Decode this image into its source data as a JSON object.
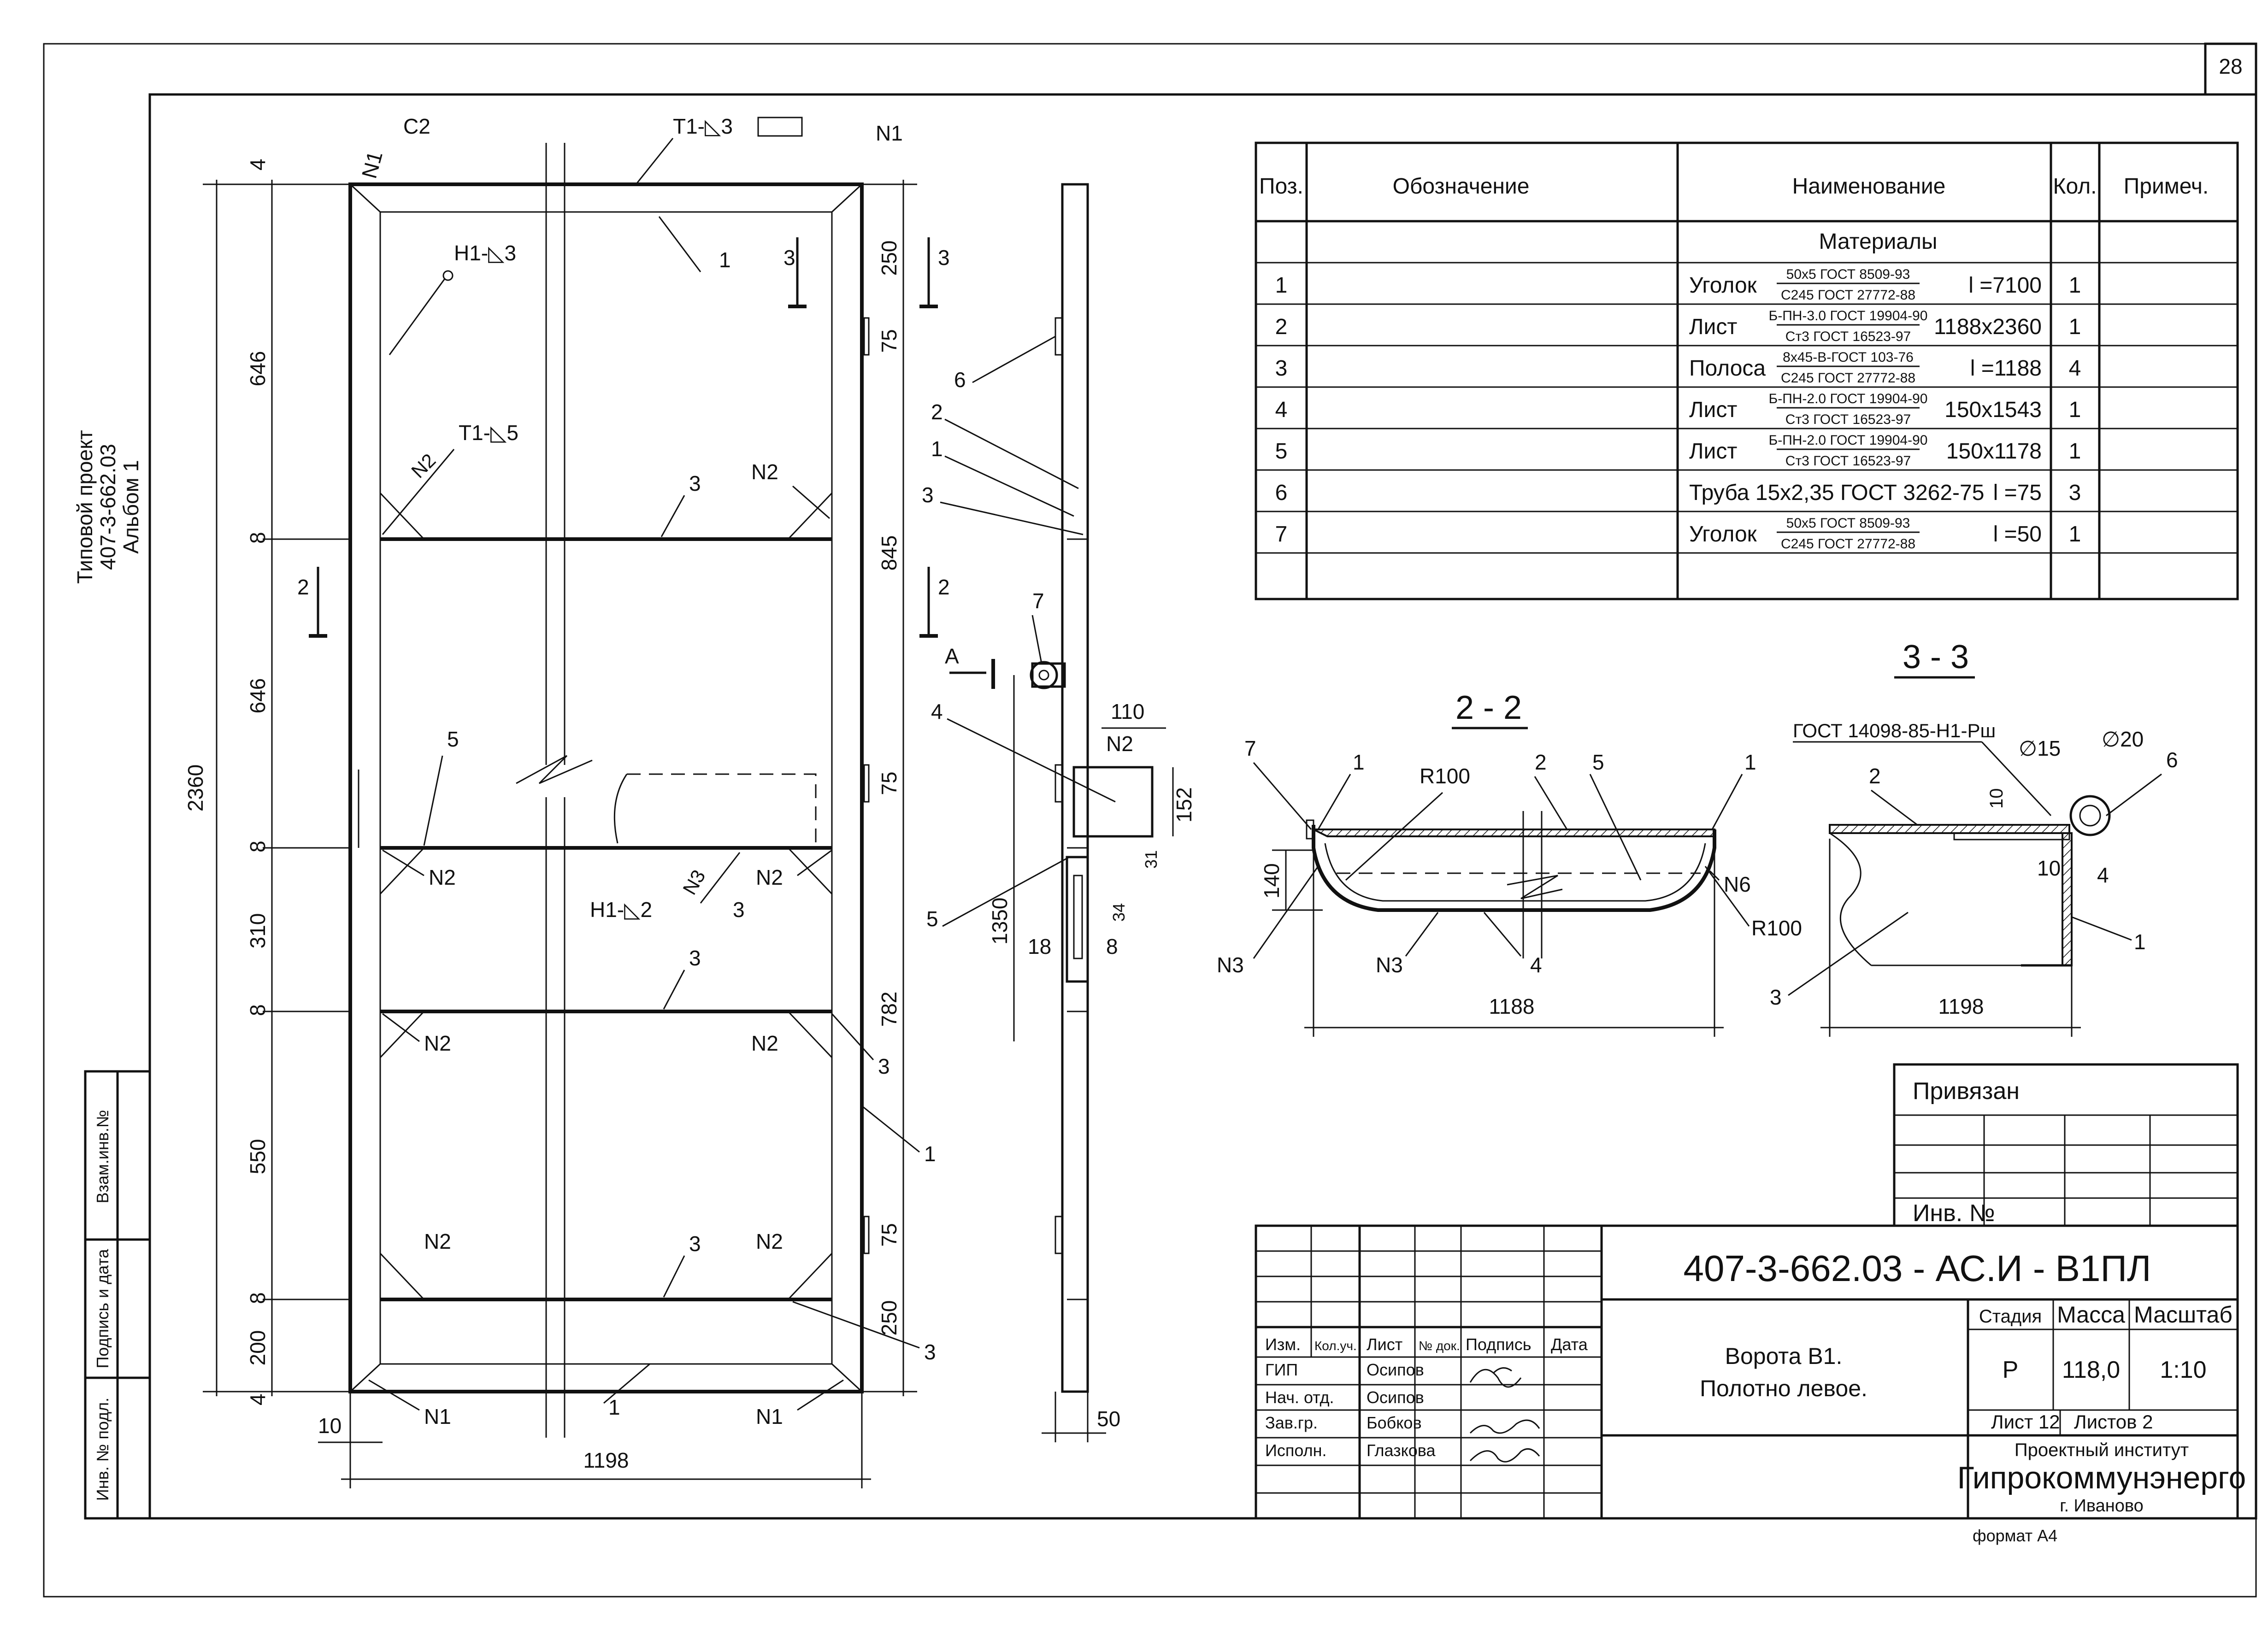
{
  "sheet_no": "28",
  "margin_title": {
    "line1": "Типовой проект",
    "line2": "407-3-662.03",
    "line3": "Альбом 1"
  },
  "side_stamp": [
    "Взам.инв.№",
    "Подпись и дата",
    "Инв. № подл."
  ],
  "spec": {
    "headers": [
      "Поз.",
      "Обозначение",
      "Наименование",
      "Кол.",
      "Примеч."
    ],
    "section": "Материалы",
    "rows": [
      {
        "pos": "1",
        "name": "Уголок",
        "top": "50х5 ГОСТ 8509-93",
        "bottom": "С245 ГОСТ 27772-88",
        "size": "l =7100",
        "qty": "1"
      },
      {
        "pos": "2",
        "name": "Лист",
        "top": "Б-ПН-3.0 ГОСТ 19904-90",
        "bottom": "Ст3 ГОСТ 16523-97",
        "size": "1188х2360",
        "qty": "1"
      },
      {
        "pos": "3",
        "name": "Полоса",
        "top": "8х45-В-ГОСТ 103-76",
        "bottom": "С245 ГОСТ 27772-88",
        "size": "l =1188",
        "qty": "4"
      },
      {
        "pos": "4",
        "name": "Лист",
        "top": "Б-ПН-2.0 ГОСТ 19904-90",
        "bottom": "Ст3 ГОСТ 16523-97",
        "size": "150х1543",
        "qty": "1"
      },
      {
        "pos": "5",
        "name": "Лист",
        "top": "Б-ПН-2.0 ГОСТ 19904-90",
        "bottom": "Ст3 ГОСТ 16523-97",
        "size": "150х1178",
        "qty": "1"
      },
      {
        "pos": "6",
        "name": "Труба 15х2,35  ГОСТ 3262-75",
        "top": "",
        "bottom": "",
        "size": "l =75",
        "qty": "3"
      },
      {
        "pos": "7",
        "name": "Уголок",
        "top": "50х5 ГОСТ 8509-93",
        "bottom": "С245 ГОСТ 27772-88",
        "size": "l =50",
        "qty": "1"
      }
    ]
  },
  "section_22": {
    "title": "2 - 2",
    "width": "1188",
    "height": "140",
    "radius": "R100",
    "welds": [
      "N3",
      "N6",
      "N3"
    ],
    "positions": [
      "7",
      "1",
      "2",
      "5",
      "1",
      "4"
    ]
  },
  "section_33": {
    "title": "3 - 3",
    "gost": "ГОСТ 14098-85-Н1-Рш",
    "d1": "∅15",
    "d2": "∅20",
    "width": "1198",
    "dims": [
      "10",
      "10",
      "4"
    ],
    "positions": [
      "2",
      "6",
      "1",
      "3"
    ]
  },
  "main_view": {
    "total_height": "2360",
    "total_width": "1198",
    "edge": "10",
    "left_dims": [
      "4",
      "646",
      "8",
      "646",
      "8",
      "310",
      "8",
      "550",
      "8",
      "200",
      "4"
    ],
    "right_dims": [
      "250",
      "75",
      "845",
      "75",
      "782",
      "75",
      "250"
    ],
    "labels": {
      "c2": "С2",
      "t1_3": "Т1-◺3",
      "n1": "N1",
      "h1_3": "Н1-◺3",
      "t1_5": "Т1-◺5",
      "n2": "N2",
      "n3": "N3",
      "h1_2": "Н1-◺2"
    },
    "cuts": [
      "3",
      "2"
    ]
  },
  "side_view": {
    "d1350": "1350",
    "d110": "110",
    "d152": "152",
    "d31": "31",
    "d34": "34",
    "d18": "18",
    "d8": "8",
    "d50": "50",
    "view": "A",
    "n2": "N2"
  },
  "title_block": {
    "privyazan": "Привязан",
    "inv": "Инв. №",
    "code": "407-3-662.03 - АС.И - В1ПЛ",
    "name_line1": "Ворота В1.",
    "name_line2": "Полотно левое.",
    "col_headers": [
      "Изм.",
      "Кол.уч.",
      "Лист",
      "№ док.",
      "Подпись",
      "Дата"
    ],
    "staff": [
      {
        "role": "ГИП",
        "name": "Осипов"
      },
      {
        "role": "Нач. отд.",
        "name": "Осипов"
      },
      {
        "role": "Зав.гр.",
        "name": "Бобков"
      },
      {
        "role": "Исполн.",
        "name": "Глазкова"
      }
    ],
    "stage_h": "Стадия",
    "mass_h": "Масса",
    "scale_h": "Масштаб",
    "stage": "Р",
    "mass": "118,0",
    "scale": "1:10",
    "sheet": "Лист 12",
    "sheets": "Листов 2",
    "org1": "Проектный институт",
    "org2": "Гипрокоммунэнерго",
    "org3": "г. Иваново",
    "format": "формат А4"
  }
}
